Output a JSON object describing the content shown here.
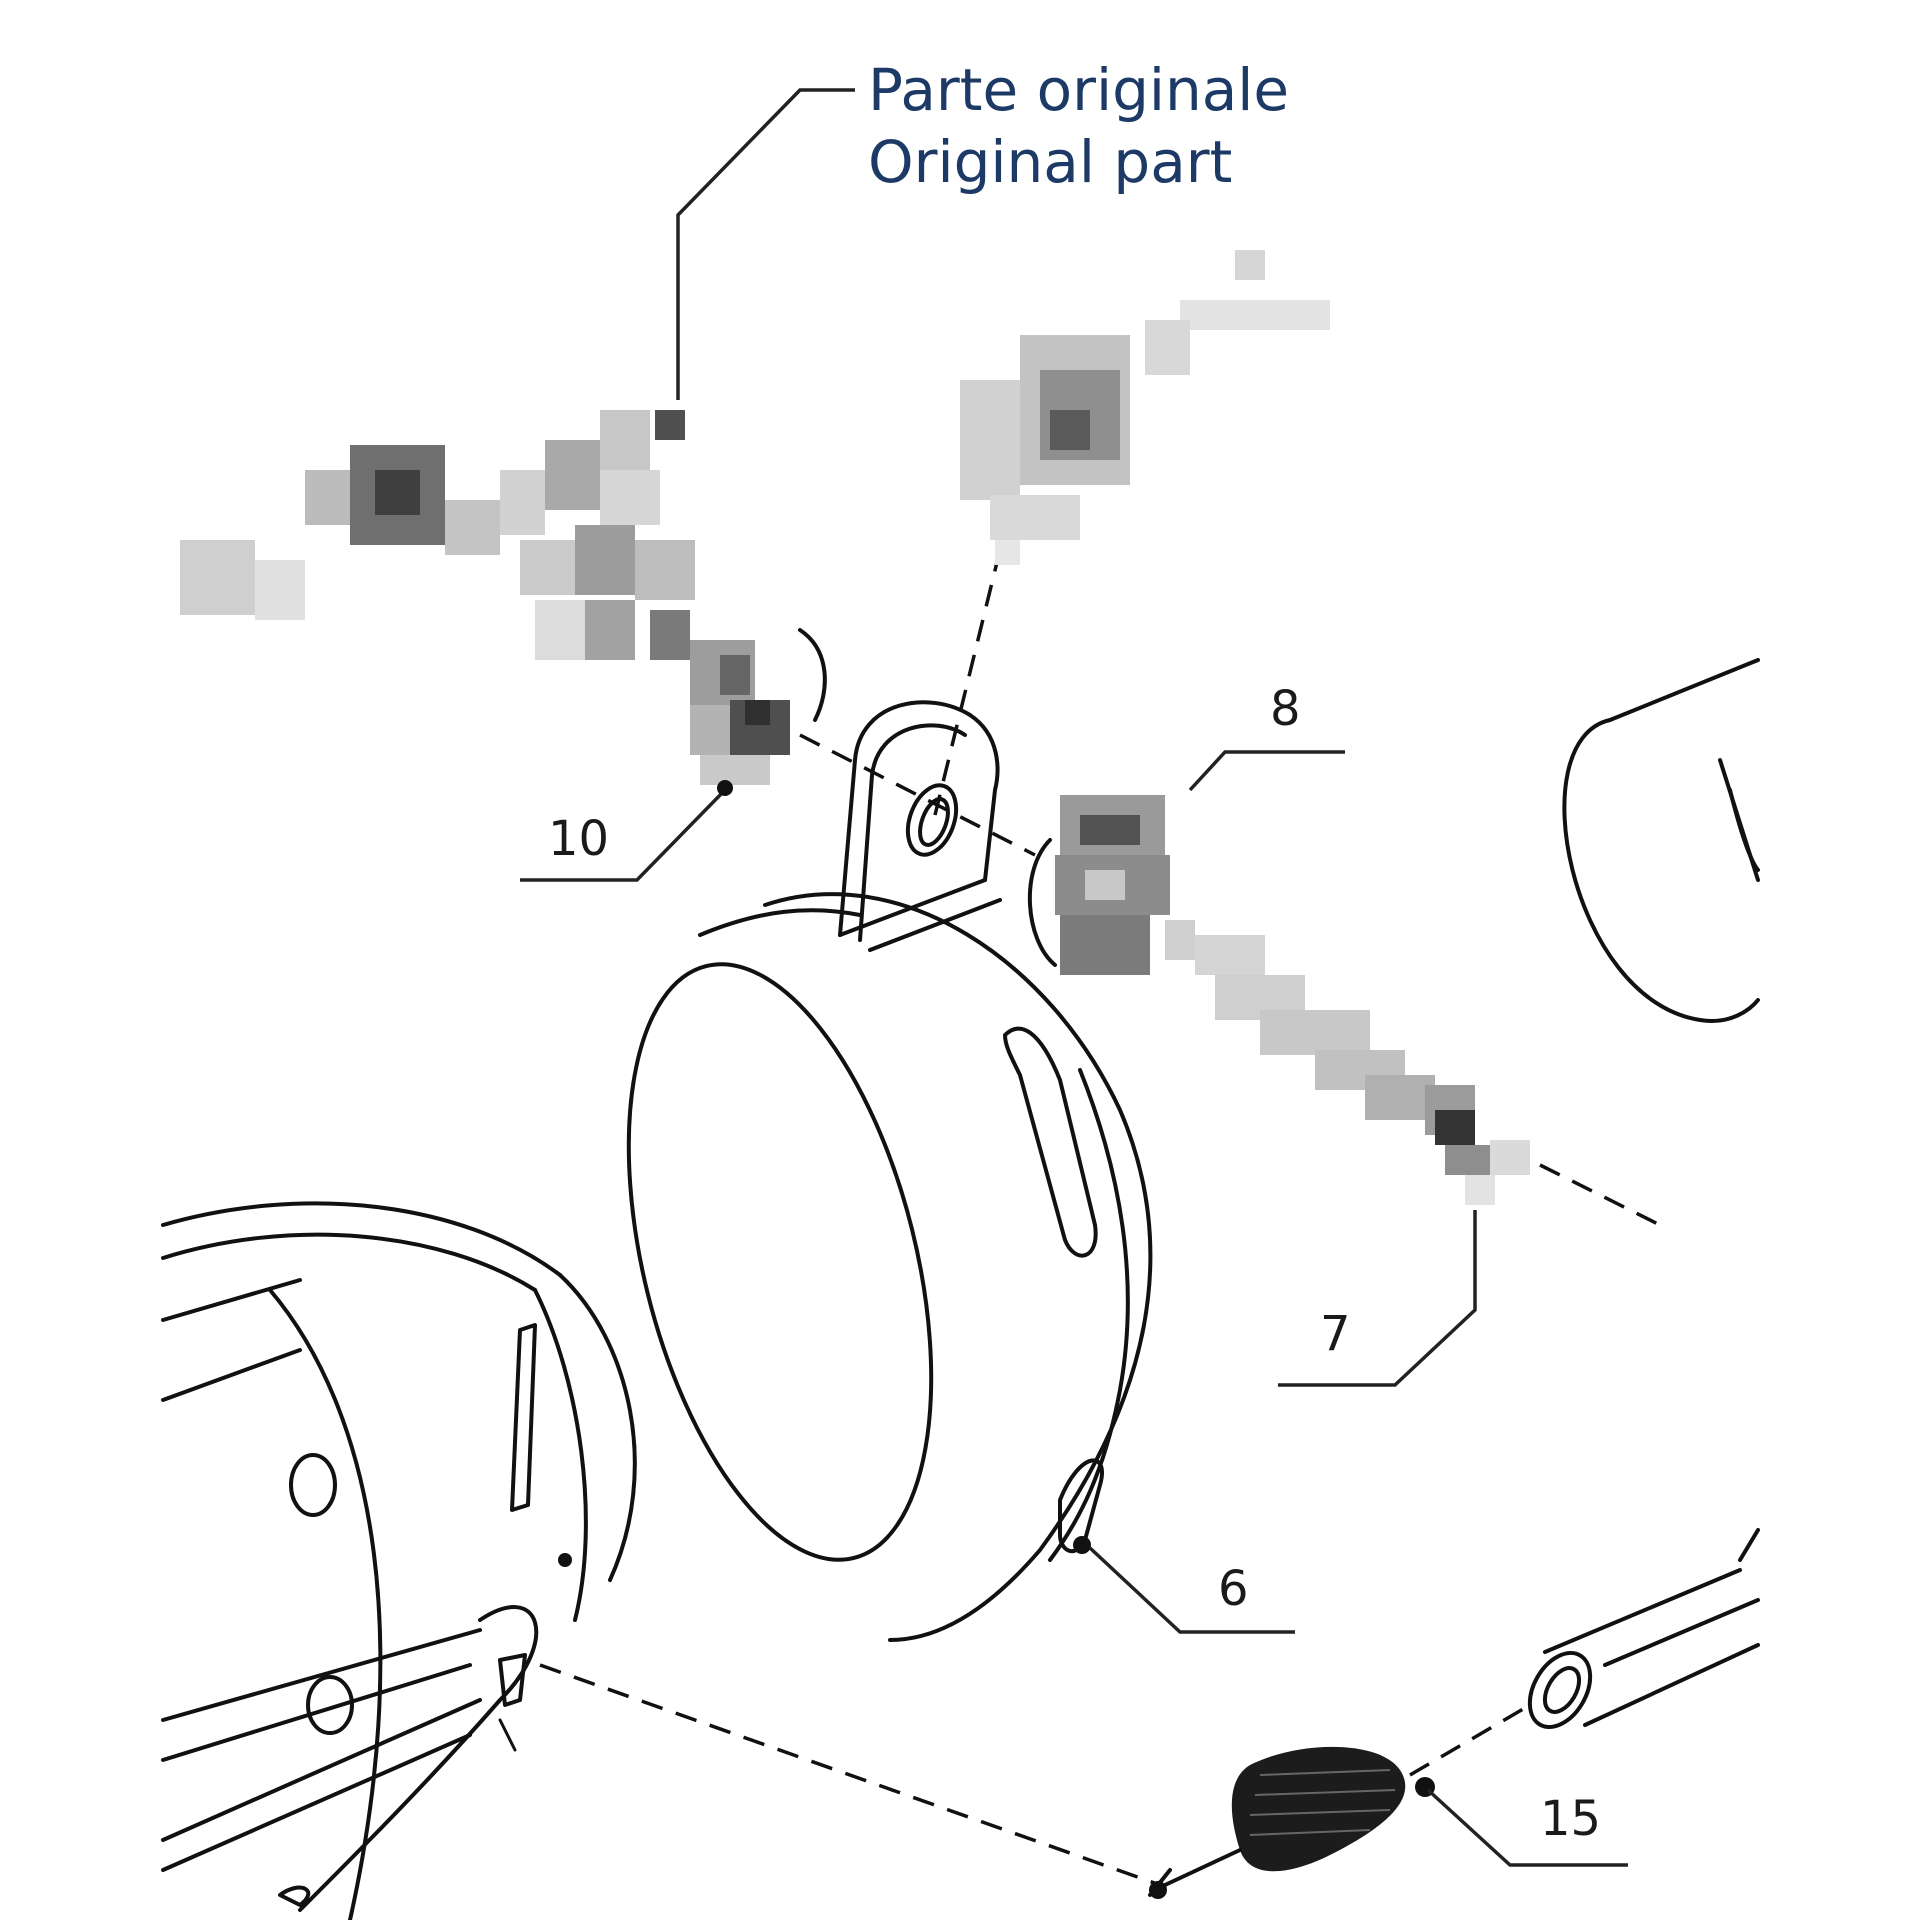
{
  "note": {
    "line1": "Parte originale",
    "line2": "Original part"
  },
  "callouts": {
    "c6": "6",
    "c7": "7",
    "c8": "8",
    "c10": "10",
    "c15": "15"
  },
  "colors": {
    "line": "#111111",
    "note_text": "#1d3a66",
    "mosaic_dark": "#555555",
    "mosaic_light": "#d9d9d9"
  }
}
